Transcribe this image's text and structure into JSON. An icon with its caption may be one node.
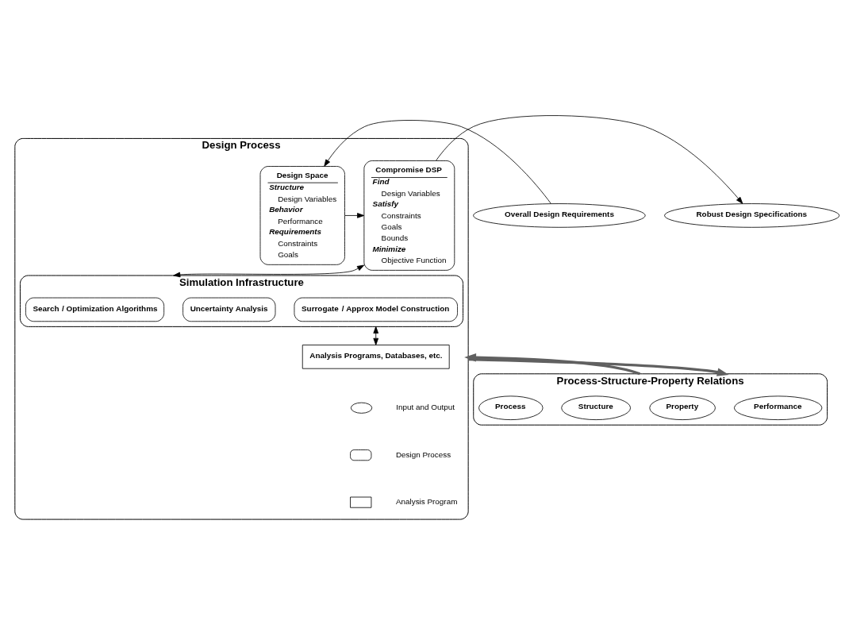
{
  "diagram": {
    "nodes": [
      {
        "text": [
          "Design Process"
        ]
      },
      {
        "text": [
          "Overall Design Requirements"
        ]
      },
      {
        "text": [
          "Design Space",
          "Structure",
          "Design Variables",
          "Behavior",
          "Performance",
          "Requirements",
          "Constraints",
          "Goals"
        ],
        "in": 0
      },
      {
        "text": [
          "Compromise DSP",
          "Find",
          "Design Variables",
          "Satisfy",
          "Constraints",
          "Goals",
          "Bounds",
          "Minimize",
          "Objective Function"
        ],
        "in": 0
      },
      {
        "text": [
          "Robust Design Specifications"
        ]
      },
      {
        "text": [
          "Simulation Infrastructure"
        ],
        "in": 0
      },
      {
        "text": [
          "**Surrogate** / **Approx Model Construction**"
        ],
        "in": 5
      },
      {
        "text": [
          "Uncertainty Analysis"
        ],
        "in": 5
      },
      {
        "text": [
          "**Search** / **Optimization Algorithms**"
        ],
        "in": 5
      },
      {
        "text": [
          "Analysis Programs, Databases, etc."
        ],
        "in": 0
      },
      {
        "text": [
          "Process-Structure-Property Relations"
        ]
      },
      {
        "text": [
          "Performance"
        ],
        "in": 10
      },
      {
        "text": [
          "Property"
        ],
        "in": 10
      },
      {
        "text": [
          "Structure"
        ],
        "in": 10
      },
      {
        "text": [
          "Process"
        ],
        "in": 10
      }
    ],
    "edges": [
      {
        "from": 1,
        "to": 2,
        "arrow": "to"
      },
      {
        "from": 2,
        "to": 3,
        "arrow": "to"
      },
      {
        "from": 3,
        "to": 4,
        "arrow": "to"
      },
      {
        "from": 3,
        "to": 5,
        "arrow": "both"
      },
      {
        "from": 5,
        "to": 9,
        "arrow": "both"
      },
      {
        "from": 0,
        "to": 10,
        "arrow": "to",
        "style": "thick",
        "color": "#606060"
      },
      {
        "from": 10,
        "to": 0,
        "arrow": "to",
        "style": "thick",
        "color": "#606060"
      }
    ],
    "legend": [
      {
        "text": "Input and Output"
      },
      {
        "text": "Design Process"
      },
      {
        "text": "Analysis Program"
      }
    ]
  }
}
